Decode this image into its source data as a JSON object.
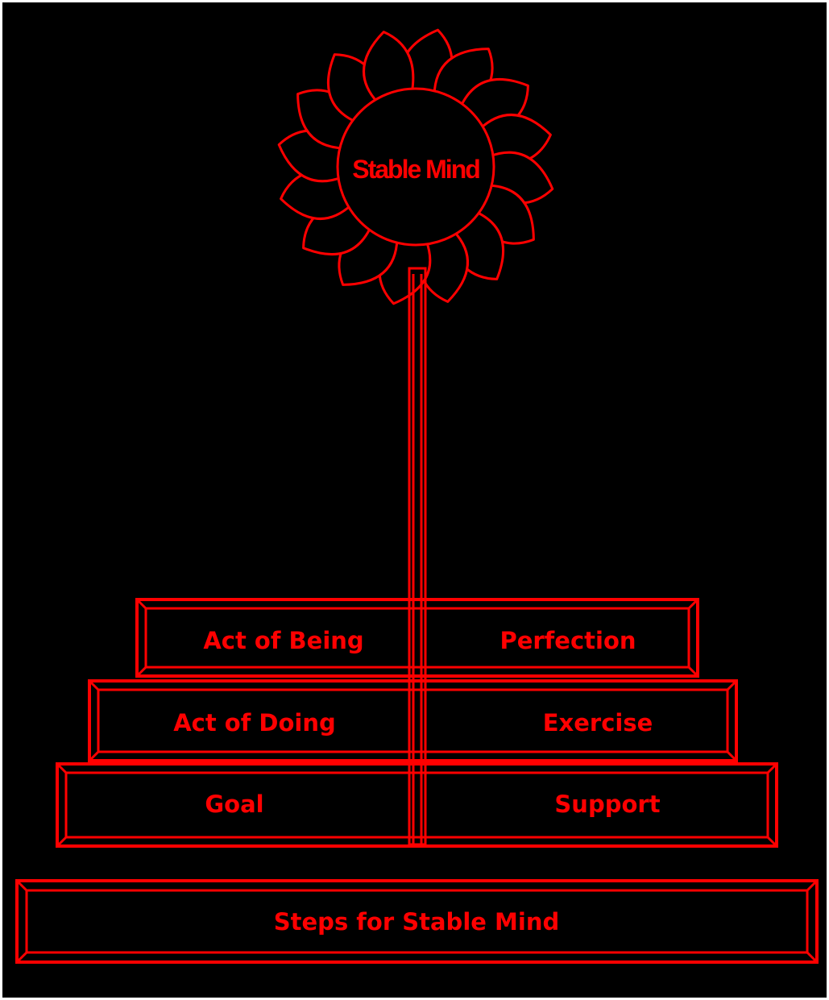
{
  "flower": {
    "label": "Stable Mind"
  },
  "steps": [
    {
      "left": "Act of Being",
      "right": "Perfection"
    },
    {
      "left": "Act of Doing",
      "right": "Exercise"
    },
    {
      "left": "Goal",
      "right": "Support"
    }
  ],
  "base": {
    "label": "Steps for Stable Mind"
  },
  "colors": {
    "line": "#ff0000",
    "background": "#000000",
    "frame": "#ffffff"
  }
}
